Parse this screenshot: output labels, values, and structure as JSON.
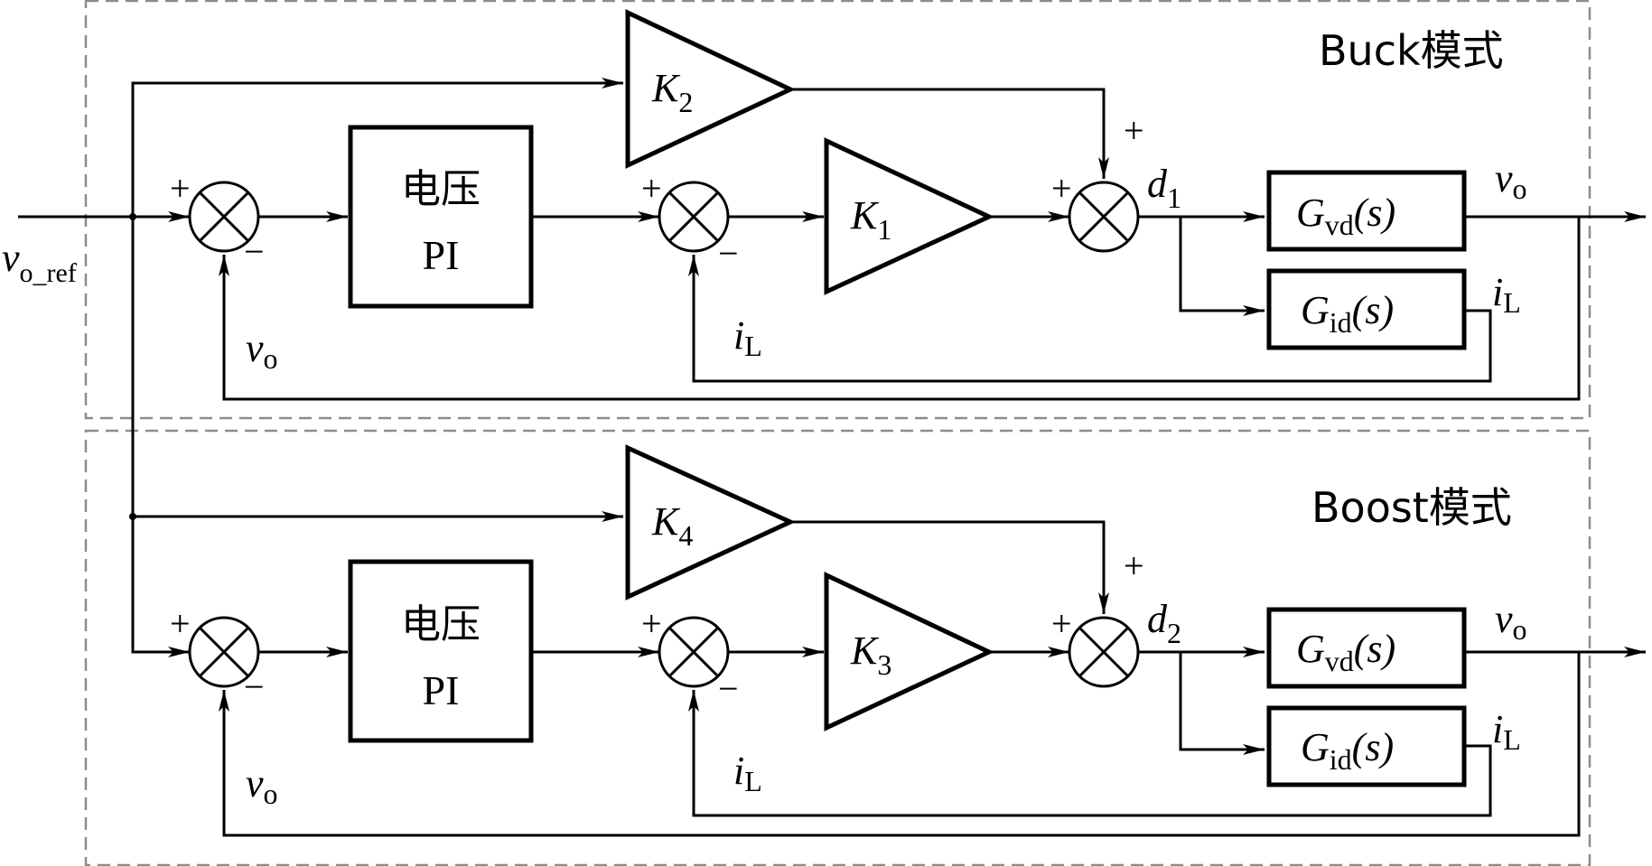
{
  "input_label": {
    "main": "v",
    "sub": "o_ref"
  },
  "sections": [
    {
      "mode_label": "Buck模式",
      "feedforward_gain": {
        "main": "K",
        "sub": "2"
      },
      "inner_gain": {
        "main": "K",
        "sub": "1"
      },
      "pi_block": {
        "line1": "电压",
        "line2": "PI"
      },
      "duty": {
        "main": "d",
        "sub": "1"
      },
      "gvd": {
        "main": "G",
        "sub": "vd",
        "arg": "(s)"
      },
      "gid": {
        "main": "G",
        "sub": "id",
        "arg": "(s)"
      },
      "out_v": {
        "main": "v",
        "sub": "o"
      },
      "out_i": {
        "main": "i",
        "sub": "L"
      },
      "fb_v": {
        "main": "v",
        "sub": "o"
      },
      "fb_i": {
        "main": "i",
        "sub": "L"
      },
      "signs": {
        "plus": "+",
        "minus": "−"
      }
    },
    {
      "mode_label": "Boost模式",
      "feedforward_gain": {
        "main": "K",
        "sub": "4"
      },
      "inner_gain": {
        "main": "K",
        "sub": "3"
      },
      "pi_block": {
        "line1": "电压",
        "line2": "PI"
      },
      "duty": {
        "main": "d",
        "sub": "2"
      },
      "gvd": {
        "main": "G",
        "sub": "vd",
        "arg": "(s)"
      },
      "gid": {
        "main": "G",
        "sub": "id",
        "arg": "(s)"
      },
      "out_v": {
        "main": "v",
        "sub": "o"
      },
      "out_i": {
        "main": "i",
        "sub": "L"
      },
      "fb_v": {
        "main": "v",
        "sub": "o"
      },
      "fb_i": {
        "main": "i",
        "sub": "L"
      },
      "signs": {
        "plus": "+",
        "minus": "−"
      }
    }
  ],
  "colors": {
    "line": "#000000",
    "dashed_border": "#8c8c8c",
    "background": "#ffffff"
  }
}
